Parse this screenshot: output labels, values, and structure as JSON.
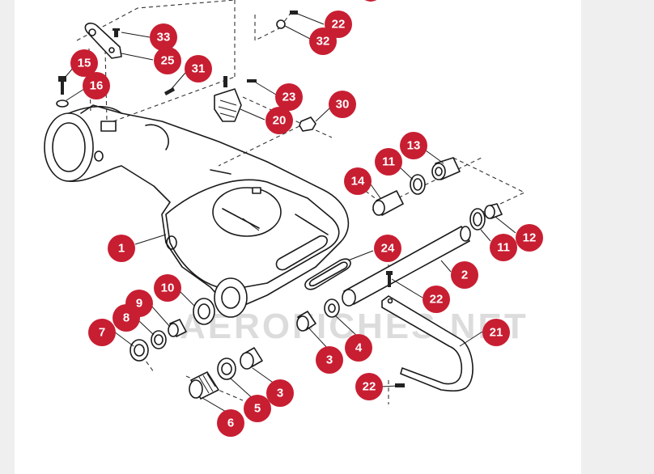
{
  "watermark": "AEROFICHES.NET",
  "badge_color": "#c81e32",
  "callouts": [
    "33",
    "22",
    "32",
    "15",
    "25",
    "31",
    "16",
    "23",
    "30",
    "20",
    "13",
    "11",
    "14",
    "12",
    "1",
    "24",
    "2",
    "10",
    "22",
    "9",
    "8",
    "21",
    "7",
    "3",
    "4",
    "22",
    "3",
    "5",
    "6"
  ]
}
